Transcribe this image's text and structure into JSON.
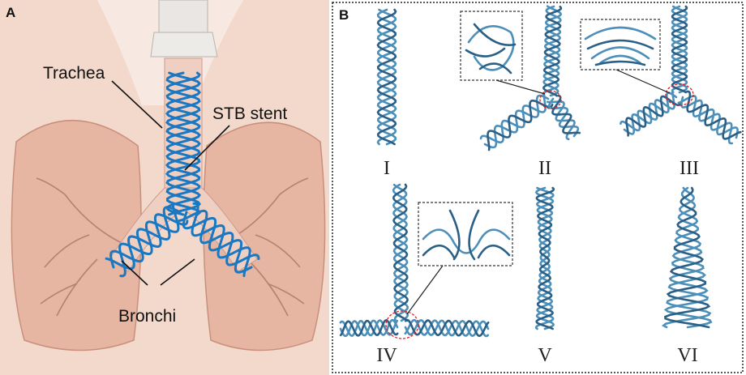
{
  "panels": {
    "a": {
      "letter": "A",
      "labels": {
        "trachea": "Trachea",
        "stent": "STB stent",
        "bronchi": "Bronchi"
      }
    },
    "b": {
      "letter": "B",
      "variants": [
        "I",
        "II",
        "III",
        "IV",
        "V",
        "VI"
      ]
    }
  },
  "colors": {
    "stent_panel_a": "#1a78c2",
    "stent_panel_b": "#4c8fb8",
    "highlight_circle": "#e02020",
    "tissue": "#e8b9a8"
  }
}
